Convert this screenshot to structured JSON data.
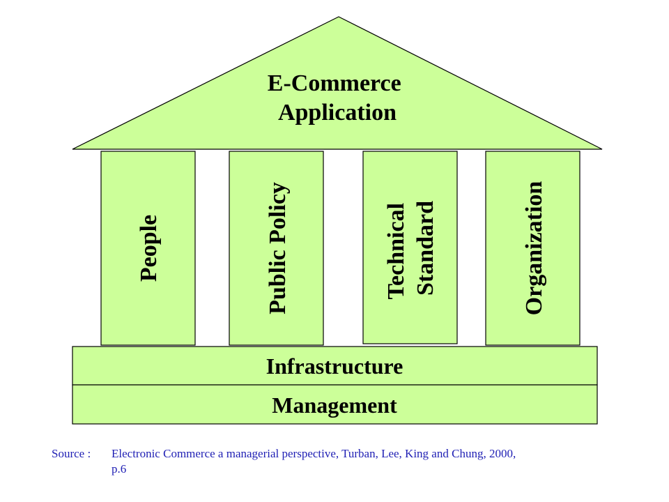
{
  "diagram": {
    "roof": "E-Commerce Application",
    "roof_lines": [
      "E-Commerce",
      "Application"
    ],
    "pillars": [
      {
        "lines": [
          "People"
        ]
      },
      {
        "lines": [
          "Public Policy"
        ]
      },
      {
        "lines": [
          "Technical",
          "Standard"
        ]
      },
      {
        "lines": [
          "Organization"
        ]
      }
    ],
    "base_upper": "Infrastructure",
    "base_lower": "Management"
  },
  "source": {
    "label": "Source :",
    "text": "Electronic Commerce a managerial perspective, Turban, Lee, King and Chung,  2000,",
    "continuation": "p.6"
  },
  "colors": {
    "fill": "#ccff99",
    "stroke": "#000000",
    "source_text": "#1f1fb4"
  }
}
